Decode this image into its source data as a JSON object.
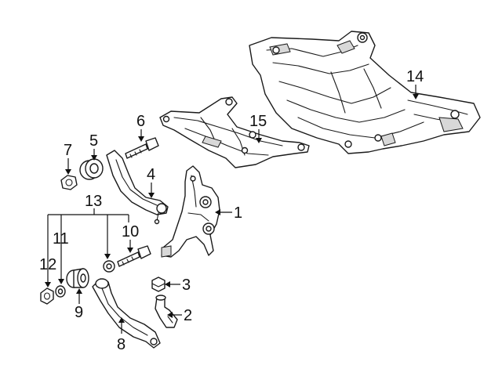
{
  "callouts": {
    "c1": "1",
    "c2": "2",
    "c3": "3",
    "c4": "4",
    "c5": "5",
    "c6": "6",
    "c7": "7",
    "c8": "8",
    "c9": "9",
    "c10": "10",
    "c11": "11",
    "c12": "12",
    "c13": "13",
    "c14": "14",
    "c15": "15"
  },
  "colors": {
    "line": "#1a1a1a",
    "shade": "#d8d8d8",
    "background": "#ffffff"
  }
}
